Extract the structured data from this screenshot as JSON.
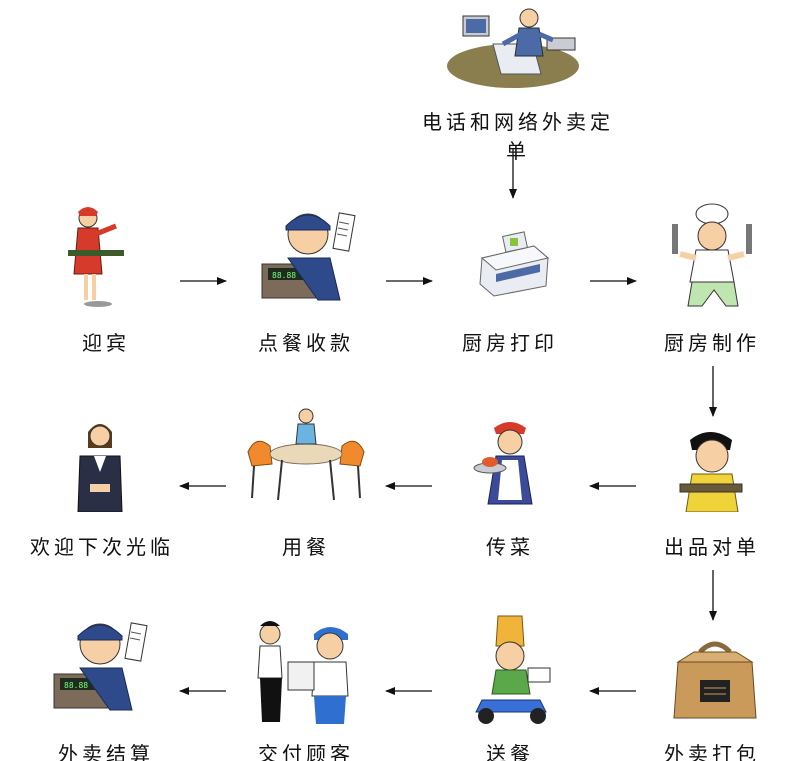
{
  "nodes": {
    "online_order": {
      "label": "电话和网络外卖定单",
      "icon": "office-worker-phone-icon"
    },
    "greeting": {
      "label": "迎宾",
      "icon": "hostess-icon"
    },
    "order_pay": {
      "label": "点餐收款",
      "icon": "cashier-icon"
    },
    "kitchen_print": {
      "label": "厨房打印",
      "icon": "printer-icon"
    },
    "kitchen_cook": {
      "label": "厨房制作",
      "icon": "chef-icon"
    },
    "farewell": {
      "label": "欢迎下次光临",
      "icon": "receptionist-icon"
    },
    "dining": {
      "label": "用餐",
      "icon": "dining-table-icon"
    },
    "serving": {
      "label": "传菜",
      "icon": "waitress-icon"
    },
    "check_dish": {
      "label": "出品对单",
      "icon": "waiter-tray-icon"
    },
    "takeout_settle": {
      "label": "外卖结算",
      "icon": "cashier-icon"
    },
    "handover": {
      "label": "交付顾客",
      "icon": "delivery-handover-icon"
    },
    "delivery": {
      "label": "送餐",
      "icon": "scooter-courier-icon"
    },
    "packing": {
      "label": "外卖打包",
      "icon": "takeout-box-icon"
    }
  },
  "colors": {
    "arrow": "#111111",
    "skin": "#f6cfa5",
    "navy": "#2f4a8a",
    "orange": "#f08a2c",
    "red": "#d63a2a",
    "olive": "#8a7e4e",
    "grey": "#c9ccd2"
  }
}
